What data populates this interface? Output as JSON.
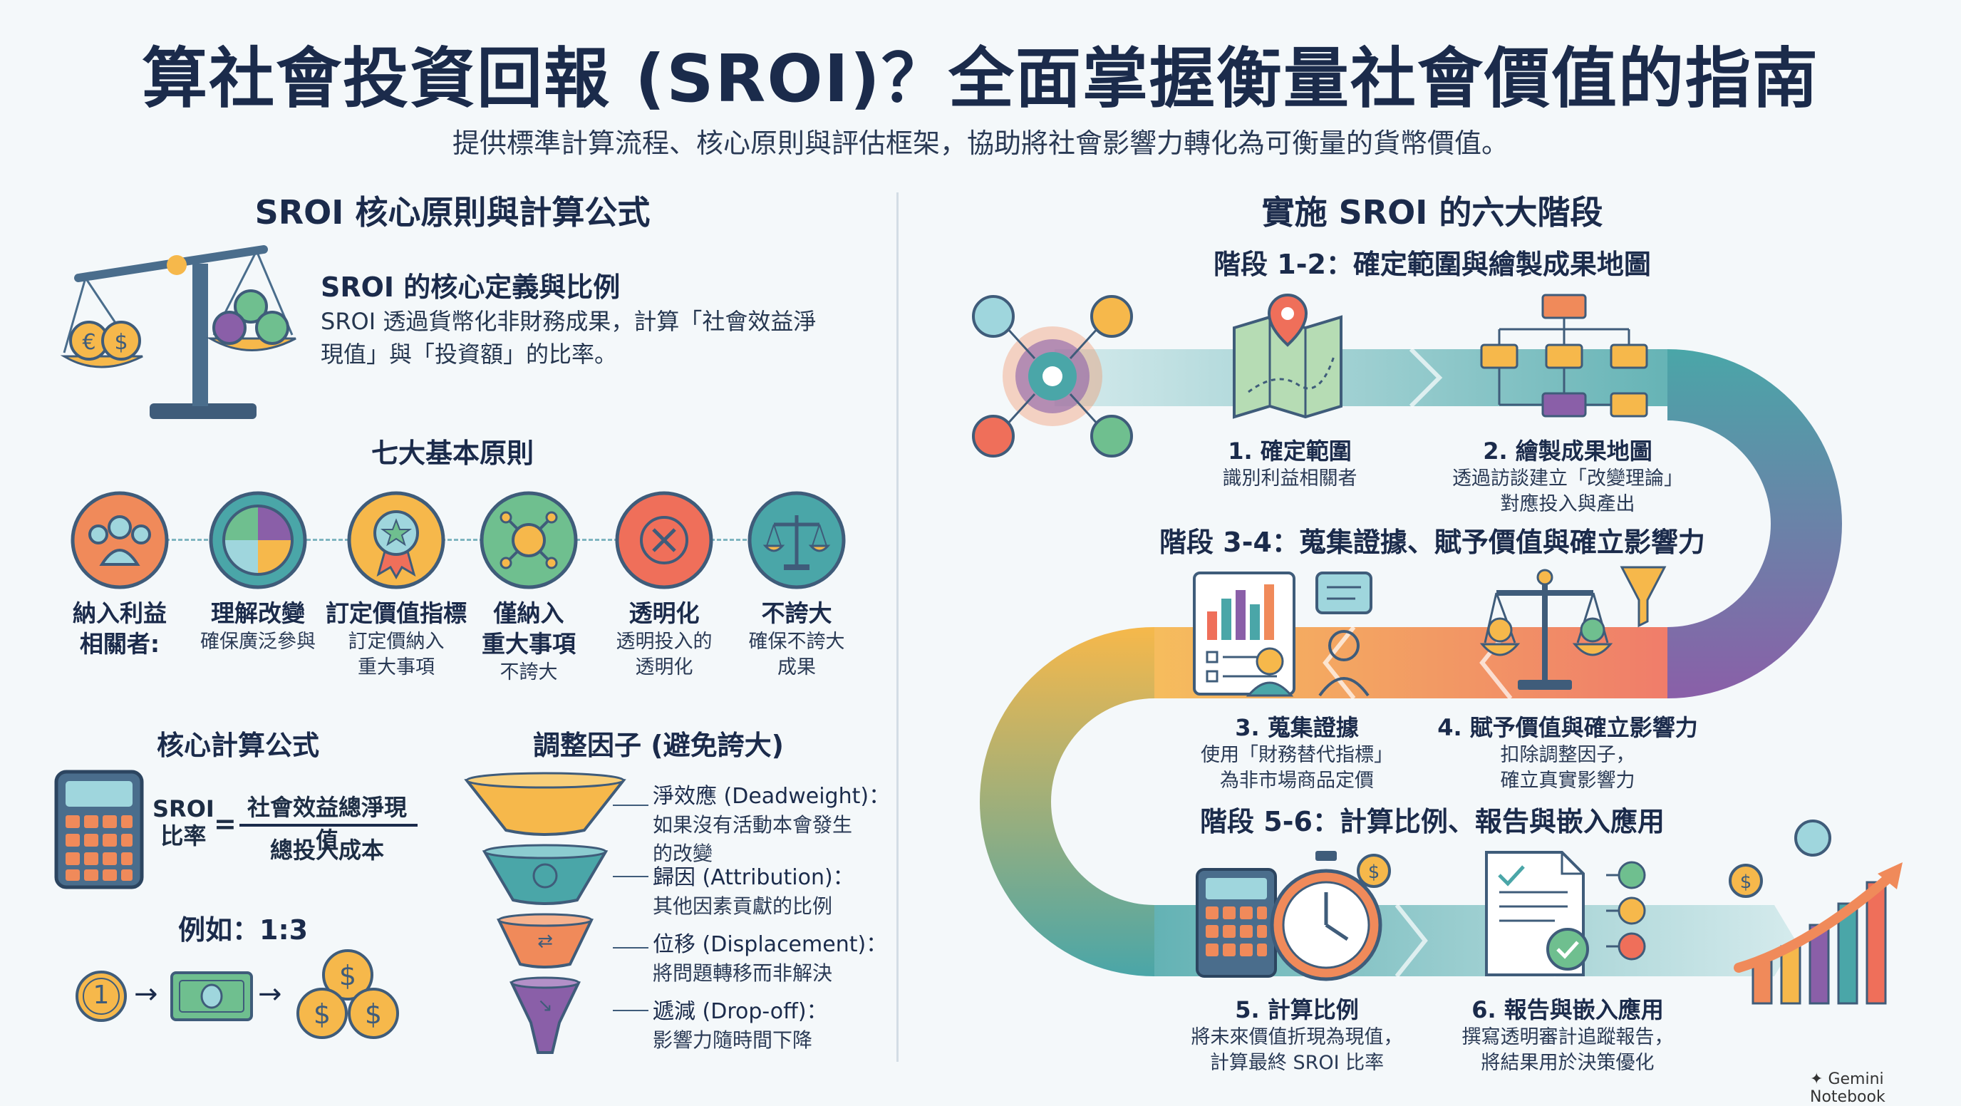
{
  "header": {
    "title": "算社會投資回報 (SROI)？全面掌握衡量社會價值的指南",
    "subtitle": "提供標準計算流程、核心原則與評估框架，協助將社會影響力轉化為可衡量的貨幣價值。"
  },
  "left": {
    "heading": "SROI 核心原則與計算公式",
    "definition": {
      "title": "SROI 的核心定義與比例",
      "line1": "SROI 透過貨幣化非財務成果，計算「社會效益淨",
      "line2": "現值」與「投資額」的比率。"
    },
    "principles_heading": "七大基本原則",
    "principles": [
      {
        "title1": "納入利益",
        "title2": "相關者:",
        "desc1": "",
        "desc2": ""
      },
      {
        "title1": "理解改變",
        "title2": "",
        "desc1": "確保廣泛參與",
        "desc2": ""
      },
      {
        "title1": "訂定價值指標",
        "title2": "",
        "desc1": "訂定價納入",
        "desc2": "重大事項"
      },
      {
        "title1": "僅納入",
        "title2": "重大事項",
        "desc1": "不誇大",
        "desc2": ""
      },
      {
        "title1": "透明化",
        "title2": "",
        "desc1": "透明投入的",
        "desc2": "透明化"
      },
      {
        "title1": "不誇大",
        "title2": "",
        "desc1": "確保不誇大",
        "desc2": "成果"
      }
    ],
    "formula": {
      "heading": "核心計算公式",
      "lhs1": "SROI",
      "lhs2": "比率",
      "equals": "=",
      "numerator": "社會效益總淨現值",
      "denominator": "總投入成本",
      "example": "例如：1:3",
      "coin_label": "1"
    },
    "factors": {
      "heading": "調整因子 (避免誇大)",
      "items": [
        {
          "title": "淨效應 (Deadweight)：",
          "desc1": "如果沒有活動本會發生",
          "desc2": "的改變"
        },
        {
          "title": "歸因 (Attribution)：",
          "desc1": "其他因素貢獻的比例",
          "desc2": ""
        },
        {
          "title": "位移 (Displacement)：",
          "desc1": "將問題轉移而非解決",
          "desc2": ""
        },
        {
          "title": "遞減 (Drop-off)：",
          "desc1": "影響力隨時間下降",
          "desc2": ""
        }
      ]
    }
  },
  "right": {
    "heading": "實施 SROI 的六大階段",
    "stage12": "階段 1-2：確定範圍與繪製成果地圖",
    "stage34": "階段 3-4：蒐集證據、賦予價值與確立影響力",
    "stage56": "階段 5-6：計算比例、報告與嵌入應用",
    "steps": [
      {
        "title": "1. 確定範圍",
        "desc1": "識別利益相關者",
        "desc2": ""
      },
      {
        "title": "2. 繪製成果地圖",
        "desc1": "透過訪談建立「改變理論」",
        "desc2": "對應投入與產出"
      },
      {
        "title": "3. 蒐集證據",
        "desc1": "使用「財務替代指標」",
        "desc2": "為非市場商品定價"
      },
      {
        "title": "4. 賦予價值與確立影響力",
        "desc1": "扣除調整因子，",
        "desc2": "確立真實影響力"
      },
      {
        "title": "5. 計算比例",
        "desc1": "將未來價值折現為現值，",
        "desc2": "計算最終 SROI 比率"
      },
      {
        "title": "6. 報告與嵌入應用",
        "desc1": "撰寫透明審計追蹤報告，",
        "desc2": "將結果用於決策優化"
      }
    ]
  },
  "footer": {
    "brand": "Gemini Notebook"
  },
  "colors": {
    "teal": "#4aa6a8",
    "orange": "#f08a5a",
    "yellow": "#f6b84b",
    "purple": "#8a5fa8",
    "navy": "#1b2b4b",
    "coral": "#ef6f5a"
  }
}
